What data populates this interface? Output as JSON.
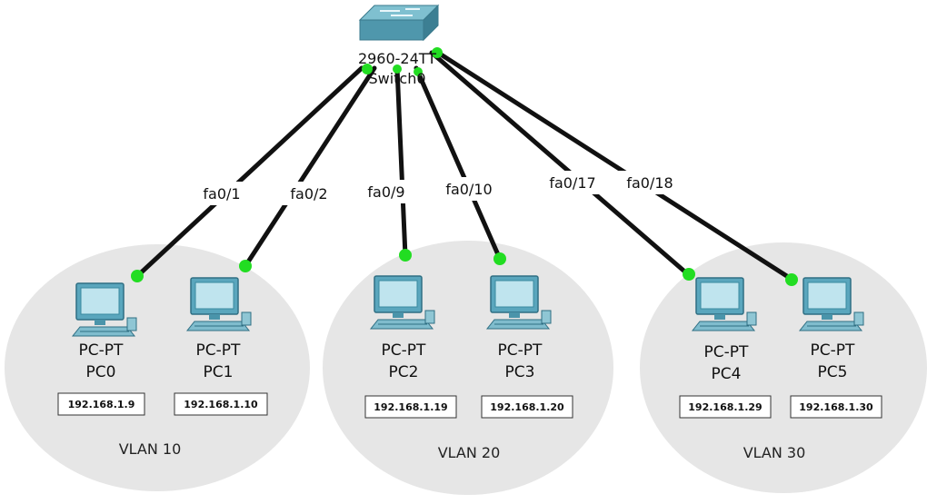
{
  "switch": {
    "model": "2960-24TT",
    "name": "Switch0"
  },
  "pcs": [
    {
      "type": "PC-PT",
      "name": "PC0",
      "ip": "192.168.1.9",
      "port": "fa0/1"
    },
    {
      "type": "PC-PT",
      "name": "PC1",
      "ip": "192.168.1.10",
      "port": "fa0/2"
    },
    {
      "type": "PC-PT",
      "name": "PC2",
      "ip": "192.168.1.19",
      "port": "fa0/9"
    },
    {
      "type": "PC-PT",
      "name": "PC3",
      "ip": "192.168.1.20",
      "port": "fa0/10"
    },
    {
      "type": "PC-PT",
      "name": "PC4",
      "ip": "192.168.1.29",
      "port": "fa0/17"
    },
    {
      "type": "PC-PT",
      "name": "PC5",
      "ip": "192.168.1.30",
      "port": "fa0/18"
    }
  ],
  "vlans": [
    {
      "label": "VLAN 10"
    },
    {
      "label": "VLAN 20"
    },
    {
      "label": "VLAN 30"
    }
  ],
  "colors": {
    "link": "#111111",
    "link_up": "#22dd22",
    "vlan_area": "#e6e6e6",
    "switch": "#4f97ac"
  }
}
